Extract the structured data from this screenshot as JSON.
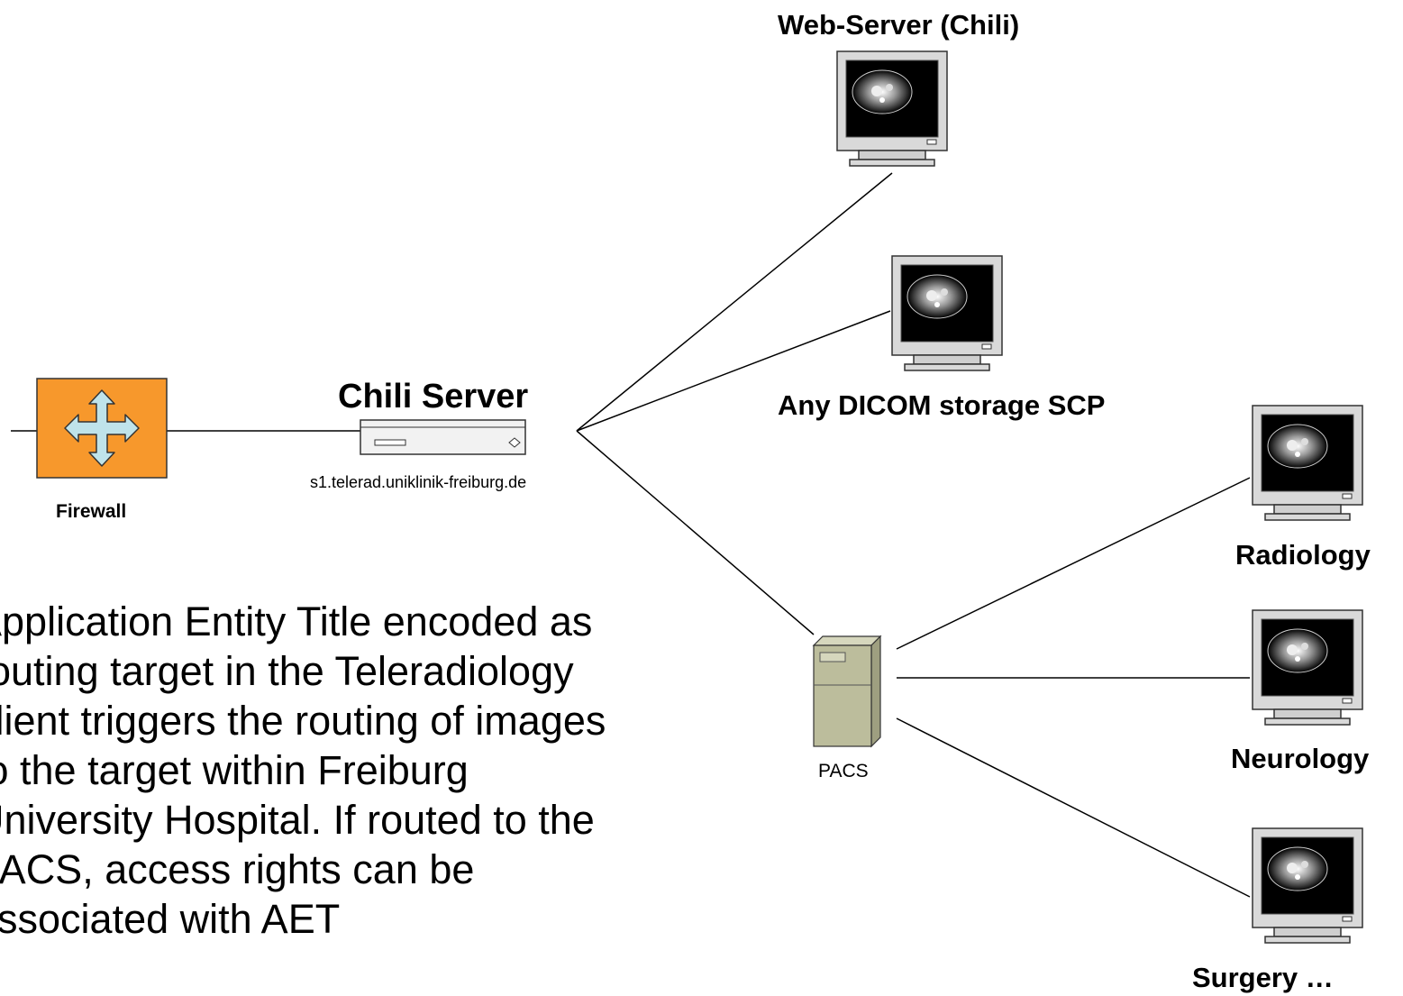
{
  "nodes": {
    "web_server": "Web-Server (Chili)",
    "dicom_scp": "Any DICOM storage SCP",
    "chili_server": "Chili Server",
    "chili_host": "s1.telerad.uniklinik-freiburg.de",
    "firewall": "Firewall",
    "pacs": "PACS",
    "radiology": "Radiology",
    "neurology": "Neurology",
    "surgery": "Surgery …"
  },
  "body_text": "Application Entity Title encoded as\nrouting target in the Teleradiology\nclient triggers the routing of images\nto the target within Freiburg\nUniversity Hospital. If routed to the\nPACS, access rights can be\nassociated with AET",
  "colors": {
    "firewall_fill": "#f7982c",
    "firewall_arrows": "#bfe3ea",
    "pacs_fill": "#bcbd9c",
    "monitor_frame": "#d9d9d9",
    "screen": "#000000"
  },
  "icons": [
    "firewall-icon",
    "server-icon",
    "pacs-tower-icon",
    "monitor-icon"
  ]
}
